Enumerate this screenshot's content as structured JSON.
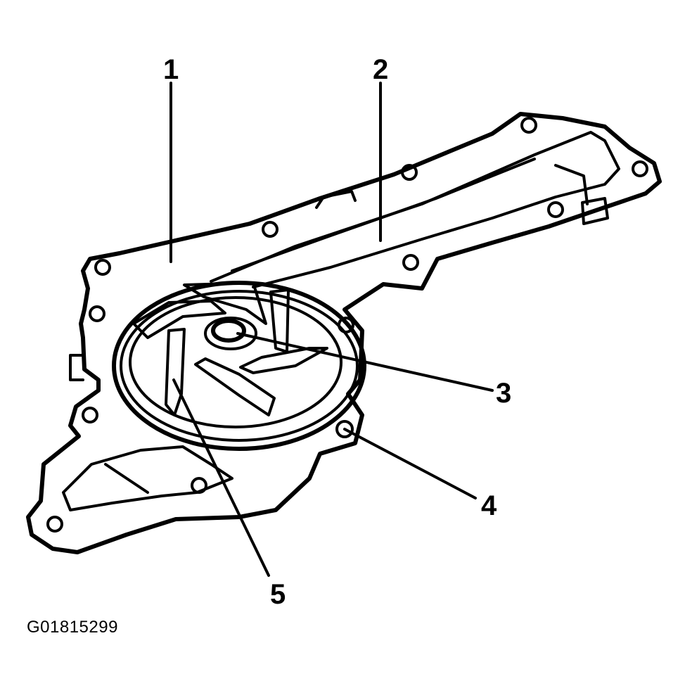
{
  "figure": {
    "id_label": "G01815299"
  },
  "callouts": [
    {
      "id": "1",
      "label": "1"
    },
    {
      "id": "2",
      "label": "2"
    },
    {
      "id": "3",
      "label": "3"
    },
    {
      "id": "4",
      "label": "4"
    },
    {
      "id": "5",
      "label": "5"
    }
  ]
}
